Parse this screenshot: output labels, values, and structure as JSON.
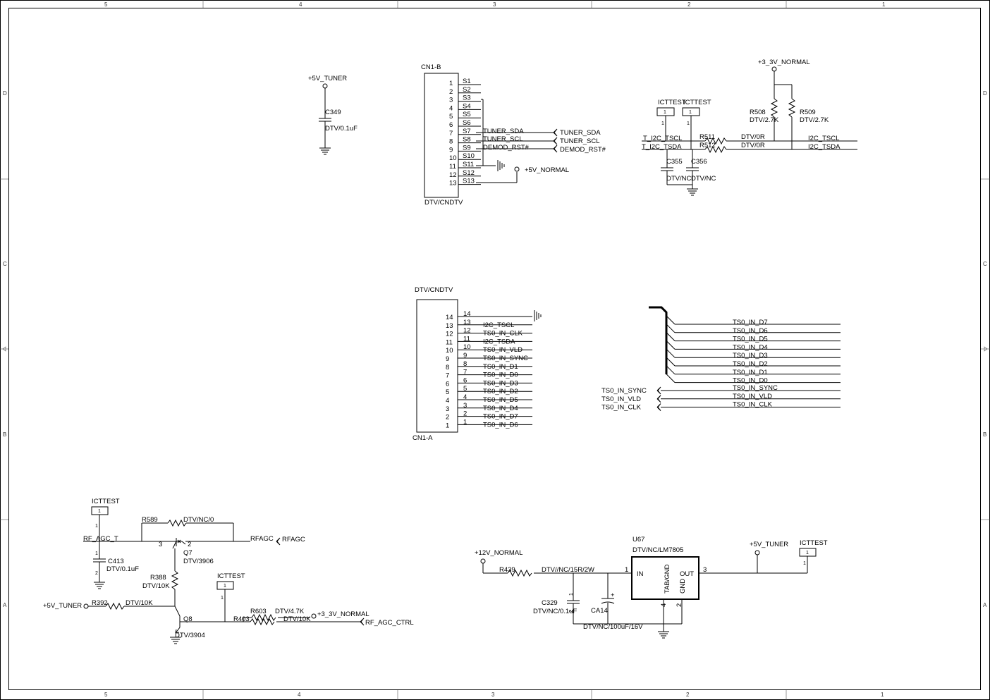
{
  "frame": {
    "columns": [
      "5",
      "4",
      "3",
      "2",
      "1"
    ],
    "rows": [
      "D",
      "C",
      "B",
      "A"
    ]
  },
  "c349": {
    "power": "+5V_TUNER",
    "ref": "C349",
    "value": "DTV/0.1uF"
  },
  "cn1b": {
    "ref": "CN1-B",
    "value": "DTV/CNDTV",
    "pin_numbers": [
      "1",
      "2",
      "3",
      "4",
      "5",
      "6",
      "7",
      "8",
      "9",
      "10",
      "11",
      "12",
      "13"
    ],
    "pin_names": [
      "S1",
      "S2",
      "S3",
      "S4",
      "S5",
      "S6",
      "S7",
      "S8",
      "S9",
      "S10",
      "S11",
      "S12",
      "S13"
    ],
    "net_labels": [
      "TUNER_SDA",
      "TUNER_SCL",
      "DEMOD_RST#"
    ],
    "ports": [
      "TUNER_SDA",
      "TUNER_SCL",
      "DEMOD_RST#"
    ],
    "power": "+5V_NORMAL"
  },
  "i2c": {
    "power": "+3_3V_NORMAL",
    "testpoints": [
      "ICTTEST",
      "ICTTEST"
    ],
    "tp_pin": "1",
    "r508_ref": "R508",
    "r508_value": "DTV/2.7K",
    "r509_ref": "R509",
    "r509_value": "DTV/2.7K",
    "r511_ref": "R511",
    "r511_value": "DTV/0R",
    "r512_ref": "R512",
    "r512_value": "DTV/0R",
    "c355_ref": "C355",
    "c356_ref": "C356",
    "c355_value": "DTV/NC",
    "c356_value": "DTV/NC",
    "net_left_1": "T_I2C_TSCL",
    "net_left_2": "T_I2C_TSDA",
    "net_right_1": "I2C_TSCL",
    "net_right_2": "I2C_TSDA"
  },
  "cn1a": {
    "value": "DTV/CNDTV",
    "ref": "CN1-A",
    "pin_numbers_inside": [
      "14",
      "13",
      "12",
      "11",
      "10",
      "9",
      "8",
      "7",
      "6",
      "5",
      "4",
      "3",
      "2",
      "1"
    ],
    "pin_numbers_outside": [
      "14",
      "13",
      "12",
      "11",
      "10",
      "9",
      "8",
      "7",
      "6",
      "5",
      "4",
      "3",
      "2",
      "1"
    ],
    "nets": [
      "",
      "I2C_TSCL",
      "TS0_IN_CLK",
      "I2C_TSDA",
      "TS0_IN_VLD",
      "TS0_IN_SYNC",
      "TS0_IN_D1",
      "TS0_IN_D0",
      "TS0_IN_D3",
      "TS0_IN_D2",
      "TS0_IN_D5",
      "TS0_IN_D4",
      "TS0_IN_D7",
      "TS0_IN_D6"
    ]
  },
  "ts_bus": {
    "data_nets": [
      "TS0_IN_D7",
      "TS0_IN_D6",
      "TS0_IN_D5",
      "TS0_IN_D4",
      "TS0_IN_D3",
      "TS0_IN_D2",
      "TS0_IN_D1",
      "TS0_IN_D0"
    ],
    "ctrl_nets": [
      "TS0_IN_SYNC",
      "TS0_IN_VLD",
      "TS0_IN_CLK"
    ],
    "ports": [
      "TS0_IN_SYNC",
      "TS0_IN_VLD",
      "TS0_IN_CLK"
    ]
  },
  "agc": {
    "tp1": "ICTTEST",
    "tp2": "ICTTEST",
    "tp_pin": "1",
    "r589_ref": "R589",
    "r589_value": "DTV/NC/0",
    "net_rf_agc_t": "RF_AGC_T",
    "net_rfagc": "RFAGC",
    "port_rfagc": "RFAGC",
    "c413_ref": "C413",
    "c413_value": "DTV/0.1uF",
    "cap_pin1": "1",
    "cap_pin2": "2",
    "q7_ref": "Q7",
    "q7_value": "DTV/3906",
    "q7_pin3": "3",
    "q7_pin2": "2",
    "r388_ref": "R388",
    "r388_value": "DTV/10K",
    "power_5v": "+5V_TUNER",
    "r392_ref": "R392",
    "r392_value": "DTV/10K",
    "q8_ref": "Q8",
    "q8_value": "DTV/3904",
    "r603_ref": "R603",
    "r603_value": "DTV/4.7K",
    "r403_ref": "R403",
    "r403_value": "DTV/10K",
    "power_33": "+3_3V_NORMAL",
    "port_ctrl": "RF_AGC_CTRL"
  },
  "regulator": {
    "power_in": "+12V_NORMAL",
    "r439_ref": "R439",
    "r439_value": "DTV//NC/15R/2W",
    "u67_ref": "U67",
    "u67_value": "DTV/NC/LM7805",
    "pin_in_label": "IN",
    "pin_out_label": "OUT",
    "pin_tab_label": "TAB/GND",
    "pin_gnd_label": "GND",
    "pin1": "1",
    "pin3": "3",
    "pin4": "4",
    "pin2": "2",
    "c329_ref": "C329",
    "c329_value": "DTV/NC/0.1uF",
    "ca14_ref": "CA14",
    "ca14_value": "DTV/NC/100uF/16V",
    "cap_pin1": "1",
    "cap_pin2": "2",
    "plus": "+",
    "power_out": "+5V_TUNER",
    "tp": "ICTTEST",
    "tp_pin": "1"
  }
}
